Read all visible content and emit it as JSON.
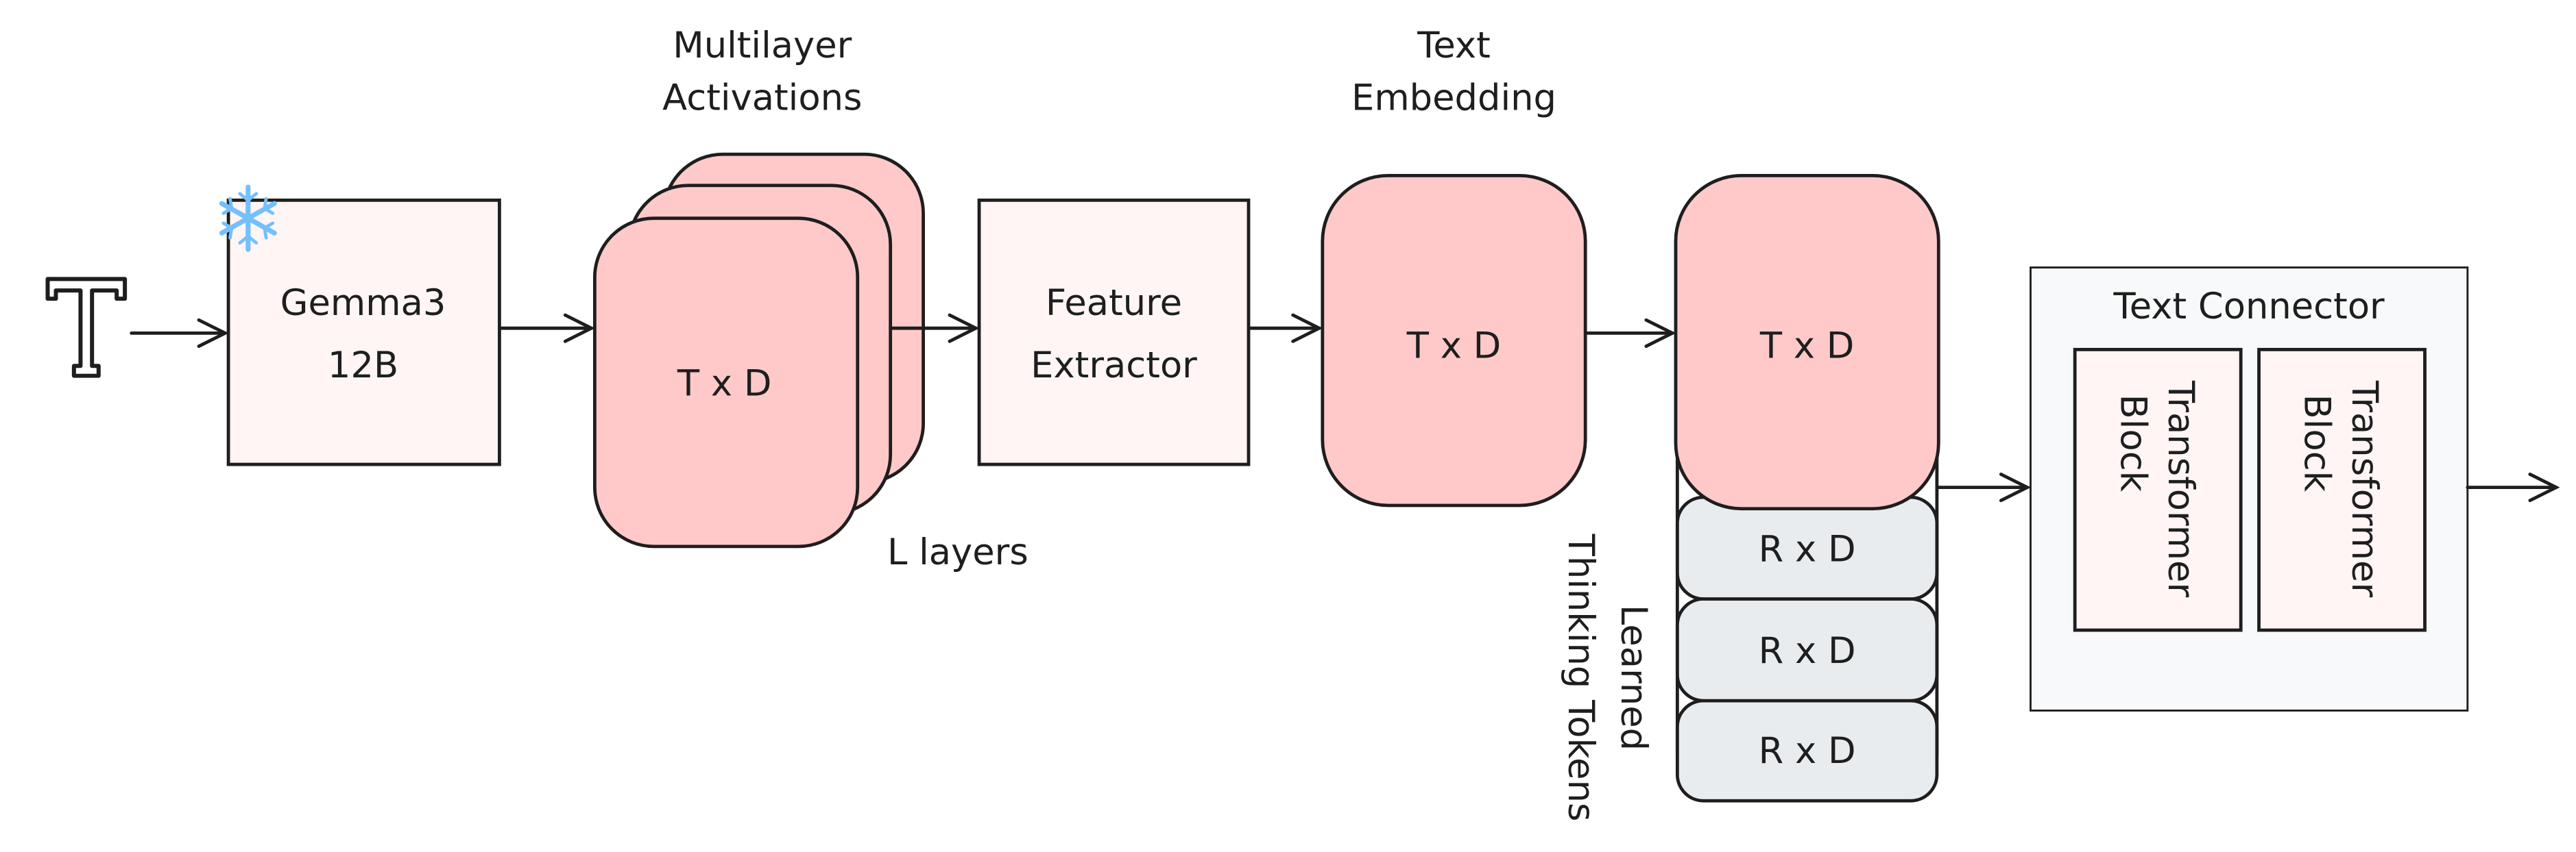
{
  "colors": {
    "pink": "#ffc9c9",
    "light_pink": "#fff5f5",
    "gray": "#e9ecef",
    "connector_bg": "#f8f9fa",
    "stroke": "#1e1e1e"
  },
  "input": {
    "icon": "text-T-icon"
  },
  "gemma": {
    "line1": "Gemma3",
    "line2": "12B",
    "badge_icon": "snowflake-icon"
  },
  "activations": {
    "title_line1": "Multilayer",
    "title_line2": "Activations",
    "label": "T x D",
    "caption": "L layers"
  },
  "feature_extractor": {
    "line1": "Feature",
    "line2": "Extractor"
  },
  "text_embedding": {
    "title_line1": "Text",
    "title_line2": "Embedding",
    "label": "T x D"
  },
  "thinking": {
    "main_label": "T x D",
    "token_labels": [
      "R x D",
      "R x D",
      "R x D"
    ],
    "caption_line1": "Learned",
    "caption_line2": "Thinking Tokens"
  },
  "connector": {
    "title": "Text Connector",
    "blocks": [
      {
        "line1": "Transformer",
        "line2": "Block"
      },
      {
        "line1": "Transformer",
        "line2": "Block"
      }
    ]
  }
}
